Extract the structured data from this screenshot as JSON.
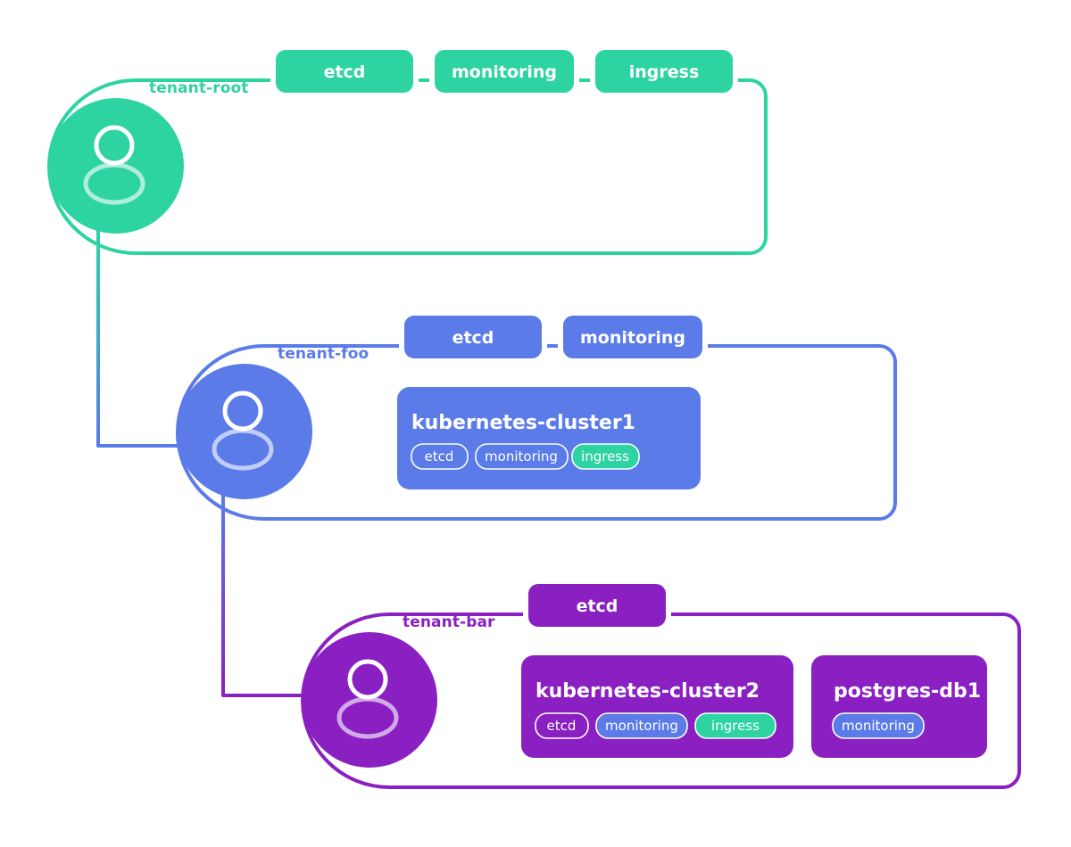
{
  "diagram": {
    "title": "tenant-hierarchy-diagram",
    "type": "nested-tenant-tree",
    "background": "#ffffff",
    "connectors": [
      {
        "name": "root-to-foo",
        "from": "tenant-root",
        "to": "tenant-foo",
        "from_color": "#2ED3A2",
        "to_color": "#5A7BE8"
      },
      {
        "name": "foo-to-bar",
        "from": "tenant-foo",
        "to": "tenant-bar",
        "from_color": "#5A7BE8",
        "to_color": "#8A1FC2"
      }
    ]
  },
  "tenants": [
    {
      "id": "tenant-root",
      "label": "tenant-root",
      "color": "#2ED3A2",
      "avatar_icon": "user-avatar-icon",
      "badges": [
        {
          "label": "etcd",
          "style": "filled"
        },
        {
          "label": "monitoring",
          "style": "filled"
        },
        {
          "label": "ingress",
          "style": "filled"
        }
      ],
      "cards": []
    },
    {
      "id": "tenant-foo",
      "label": "tenant-foo",
      "color": "#5A7BE8",
      "avatar_icon": "user-avatar-icon",
      "badges": [
        {
          "label": "etcd",
          "style": "filled"
        },
        {
          "label": "monitoring",
          "style": "filled"
        }
      ],
      "cards": [
        {
          "title": "kubernetes-cluster1",
          "chips": [
            {
              "label": "etcd",
              "style": "outline",
              "color": "transparent"
            },
            {
              "label": "monitoring",
              "style": "outline",
              "color": "transparent"
            },
            {
              "label": "ingress",
              "style": "filled",
              "color": "#2ED3A2"
            }
          ]
        }
      ]
    },
    {
      "id": "tenant-bar",
      "label": "tenant-bar",
      "color": "#8A1FC2",
      "avatar_icon": "user-avatar-icon",
      "badges": [
        {
          "label": "etcd",
          "style": "filled"
        }
      ],
      "cards": [
        {
          "title": "kubernetes-cluster2",
          "chips": [
            {
              "label": "etcd",
              "style": "outline",
              "color": "transparent"
            },
            {
              "label": "monitoring",
              "style": "filled",
              "color": "#5A7BE8"
            },
            {
              "label": "ingress",
              "style": "filled",
              "color": "#2ED3A2"
            }
          ]
        },
        {
          "title": "postgres-db1",
          "chips": [
            {
              "label": "monitoring",
              "style": "filled",
              "color": "#5A7BE8"
            }
          ]
        }
      ]
    }
  ]
}
